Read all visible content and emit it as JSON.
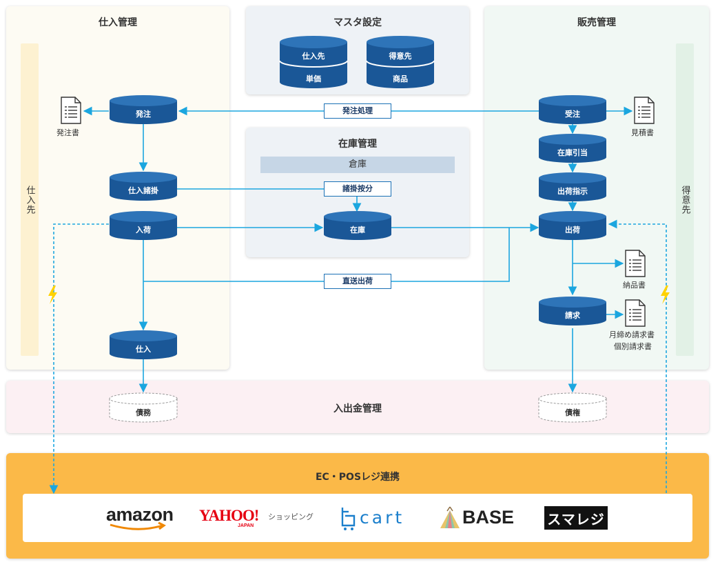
{
  "panels": {
    "purchase": {
      "title": "仕入管理",
      "side_label": "仕入先"
    },
    "master": {
      "title": "マスタ設定"
    },
    "inventory": {
      "title": "在庫管理",
      "warehouse": "倉庫"
    },
    "sales": {
      "title": "販売管理",
      "side_label": "得意先"
    },
    "payments": {
      "title": "入出金管理"
    },
    "ec": {
      "title": "EC・POSレジ連携"
    }
  },
  "master_items": {
    "supplier": "仕入先",
    "unit_price": "単価",
    "customer": "得意先",
    "product": "商品"
  },
  "nodes": {
    "order": "発注",
    "purchase_charge": "仕入諸掛",
    "receiving": "入荷",
    "purchase": "仕入",
    "stock": "在庫",
    "order_received": "受注",
    "stock_allocation": "在庫引当",
    "shipping_instruction": "出荷指示",
    "shipping": "出荷",
    "billing": "請求",
    "payable": "債務",
    "receivable": "債権"
  },
  "connectors": {
    "order_processing": "発注処理",
    "charge_allocation": "諸掛按分",
    "direct_shipping": "直送出荷"
  },
  "documents": {
    "purchase_order": "発注書",
    "estimate": "見積書",
    "delivery_note": "納品書",
    "monthly_invoice": "月締め請求書",
    "individual_invoice": "個別請求書"
  },
  "logos": {
    "amazon": "amazon",
    "yahoo": "YAHOO!",
    "yahoo_japan": "JAPAN",
    "yahoo_shopping": "ショッピング",
    "cart": "cart",
    "base": "BASE",
    "smaregi": "スマレジ"
  },
  "colors": {
    "node_blue": "#1a5797",
    "node_top": "#2e74b8",
    "arrow": "#1ba6df",
    "purchase_bg": "#fdfbf3",
    "purchase_bar": "#fdf1d1",
    "master_bg": "#eef2f6",
    "sales_bg": "#f1f8f4",
    "sales_bar": "#e2f1e6",
    "payments_bg": "#fcf0f3",
    "ec_bg": "#fbb948",
    "lightning": "#ffd200"
  }
}
